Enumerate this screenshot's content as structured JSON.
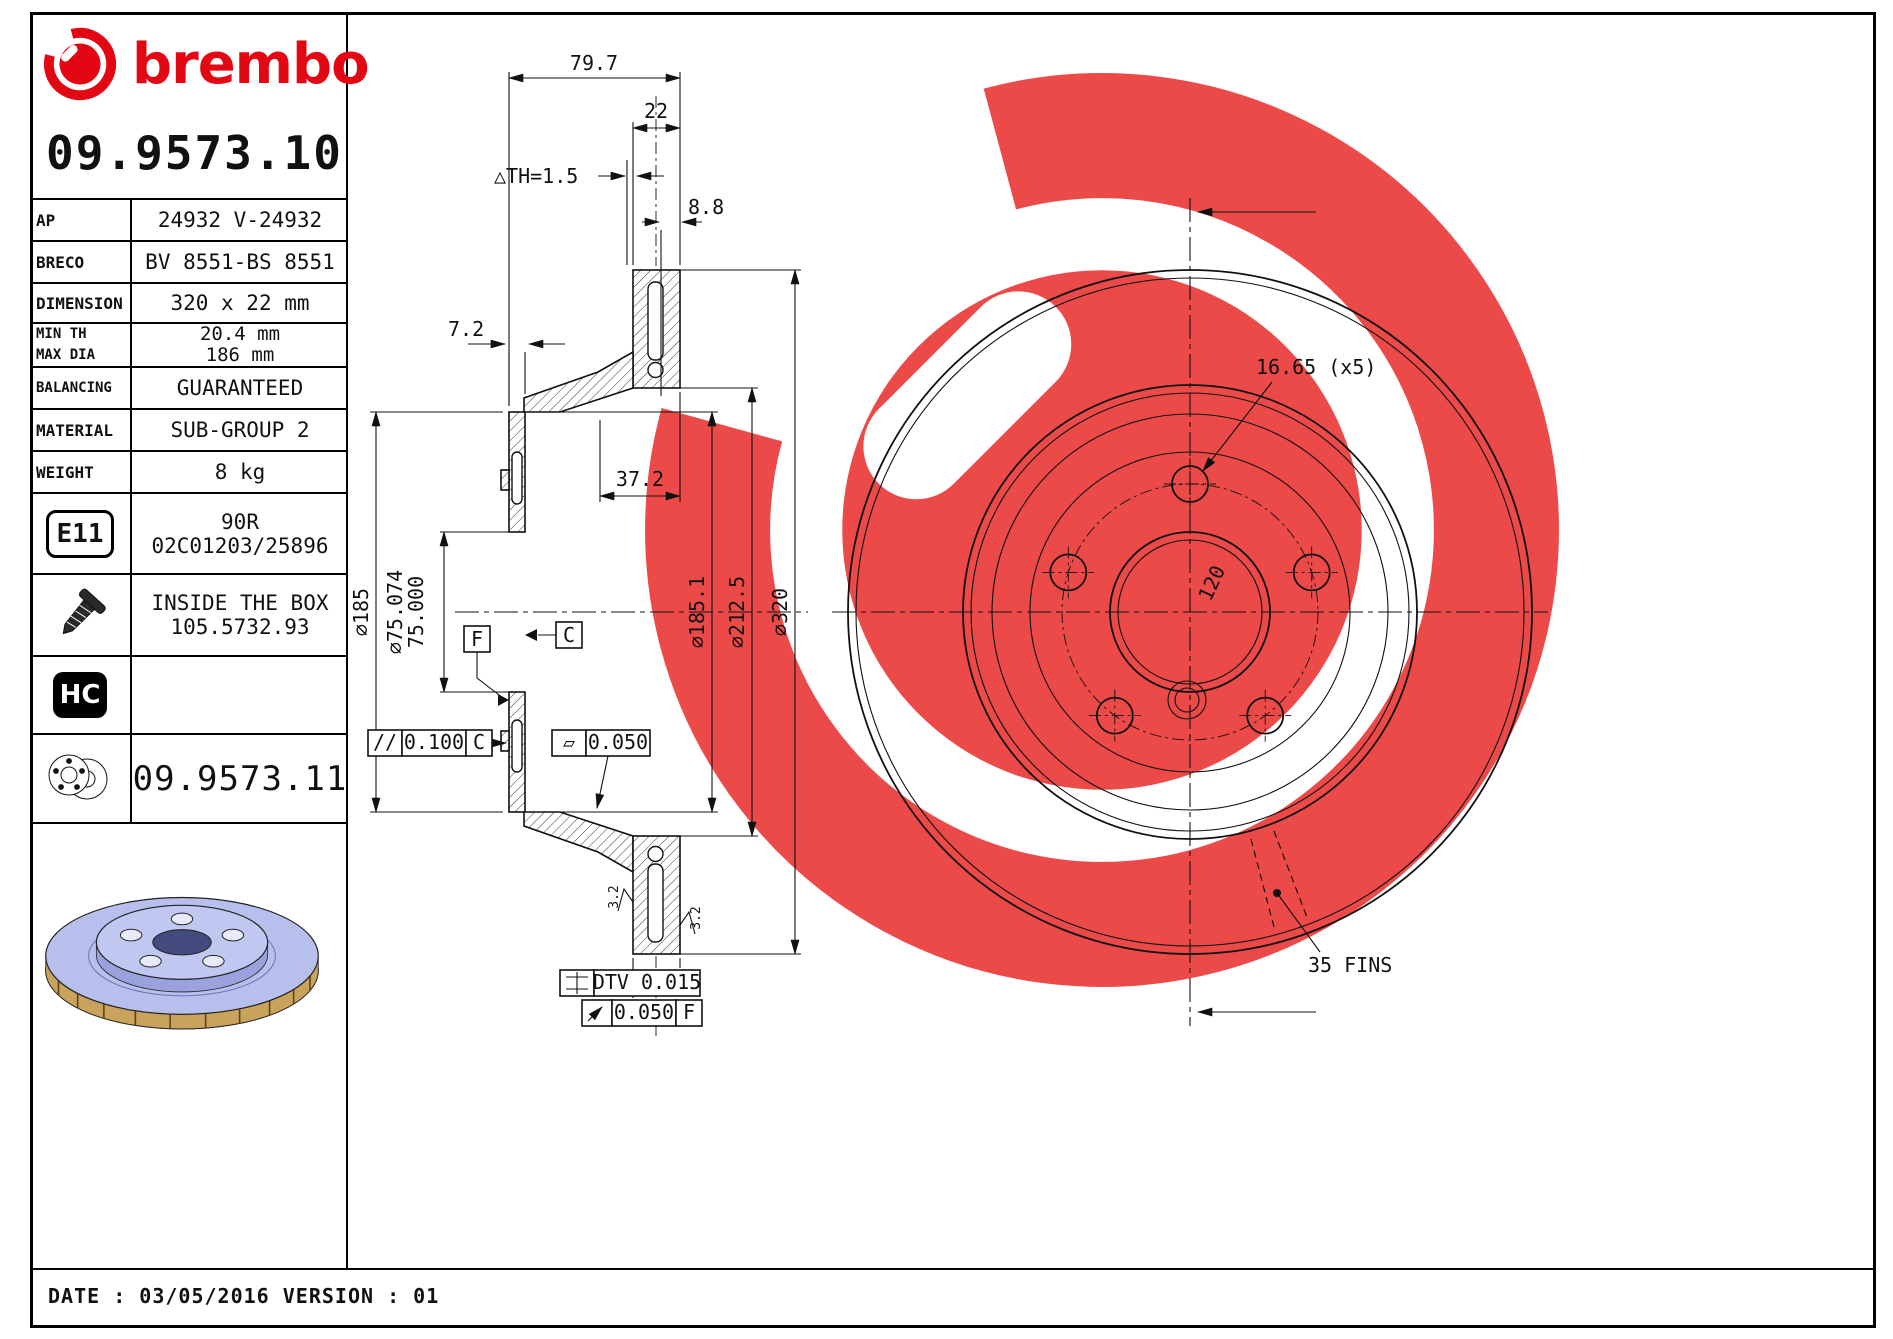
{
  "brand": {
    "logo_text": "brembo",
    "part_number": "09.9573.10"
  },
  "specs": {
    "ap": {
      "label": "AP",
      "value": "24932 V-24932"
    },
    "breco": {
      "label": "BRECO",
      "value": "BV 8551-BS 8551"
    },
    "dimension": {
      "label": "DIMENSION",
      "value": "320 x 22 mm"
    },
    "min_th": {
      "label": "MIN TH",
      "value": "20.4 mm"
    },
    "max_dia": {
      "label": "MAX DIA",
      "value": "186 mm"
    },
    "balancing": {
      "label": "BALANCING",
      "value": "GUARANTEED"
    },
    "material": {
      "label": "MATERIAL",
      "value": "SUB-GROUP 2"
    },
    "weight": {
      "label": "WEIGHT",
      "value": "8 kg"
    },
    "homologation": {
      "badge": "E11",
      "line1": "90R",
      "line2": "02C01203/25896"
    },
    "inside_box": {
      "line1": "INSIDE THE BOX",
      "line2": "105.5732.93"
    },
    "hc": {
      "badge": "HC",
      "value": ""
    },
    "paired_part": {
      "value": "09.9573.11"
    }
  },
  "footer": {
    "text": "DATE : 03/05/2016 VERSION : 01"
  },
  "section_view": {
    "dim_overall_width": "79.7",
    "dim_thickness": "22",
    "dim_min_th": "△TH=1.5",
    "dim_pad_offset": "8.8",
    "dim_flange_th": "7.2",
    "dim_hat_depth": "37.2",
    "dia_hat": "⌀185",
    "dia_bore_upper": "⌀75.074",
    "dia_bore_lower": "75.000",
    "dia_hat_inner": "⌀185.1",
    "dia_band_inner": "⌀212.5",
    "dia_outer": "⌀320",
    "datum_f": "F",
    "datum_c": "C",
    "tol_parallel": {
      "symbol": "//",
      "value": "0.100",
      "datum": "C"
    },
    "tol_flatness": {
      "symbol": "▱",
      "value": "0.050"
    },
    "roughness_left": "3.2",
    "roughness_right": "3.2",
    "tol_dtv": {
      "label": "DTV 0.015"
    },
    "tol_runout": {
      "value": "0.050",
      "datum": "F"
    }
  },
  "front_view": {
    "dim_bolt_holes": "16.65 (x5)",
    "dim_pcd": "120",
    "fins_label": "35 FINS"
  },
  "icons": {
    "logo_mark": "brembo-circle-logo",
    "screw": "screw-icon",
    "disc_pair": "disc-pair-icon",
    "watermark": "brembo-watermark"
  },
  "colors": {
    "brand_red": "#e30613",
    "watermark_red": "#ea3d3c",
    "line_black": "#111111",
    "disc_blue": "#b7bfec",
    "disc_blue_dark": "#8e98d6",
    "disc_gold": "#c9a35c"
  }
}
